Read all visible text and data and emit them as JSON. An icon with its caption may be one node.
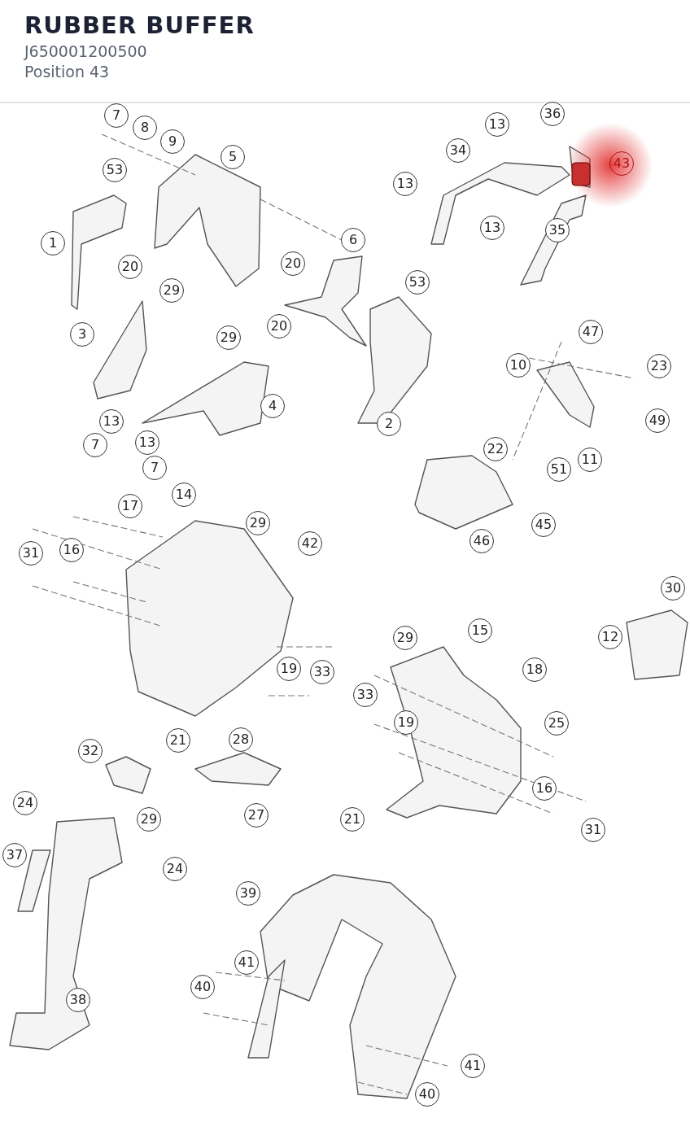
{
  "diagram": {
    "title": "RUBBER BUFFER",
    "labels": [
      "J650001200500",
      "Position 43",
      "7",
      "36",
      "13",
      "8",
      "9",
      "34",
      "5",
      "43",
      "53",
      "13",
      "13",
      "35",
      "6",
      "1",
      "20",
      "20",
      "53",
      "29",
      "20",
      "47",
      "3",
      "29",
      "10",
      "23",
      "4",
      "13",
      "49",
      "2",
      "13",
      "7",
      "22",
      "11",
      "7",
      "51",
      "14",
      "17",
      "29",
      "45",
      "46",
      "42",
      "16",
      "31",
      "30",
      "15",
      "29",
      "12",
      "19",
      "18",
      "33",
      "33",
      "19",
      "25",
      "28",
      "21",
      "32",
      "16",
      "24",
      "27",
      "29",
      "21",
      "31",
      "37",
      "24",
      "39",
      "41",
      "40",
      "38",
      "41",
      "40"
    ]
  }
}
